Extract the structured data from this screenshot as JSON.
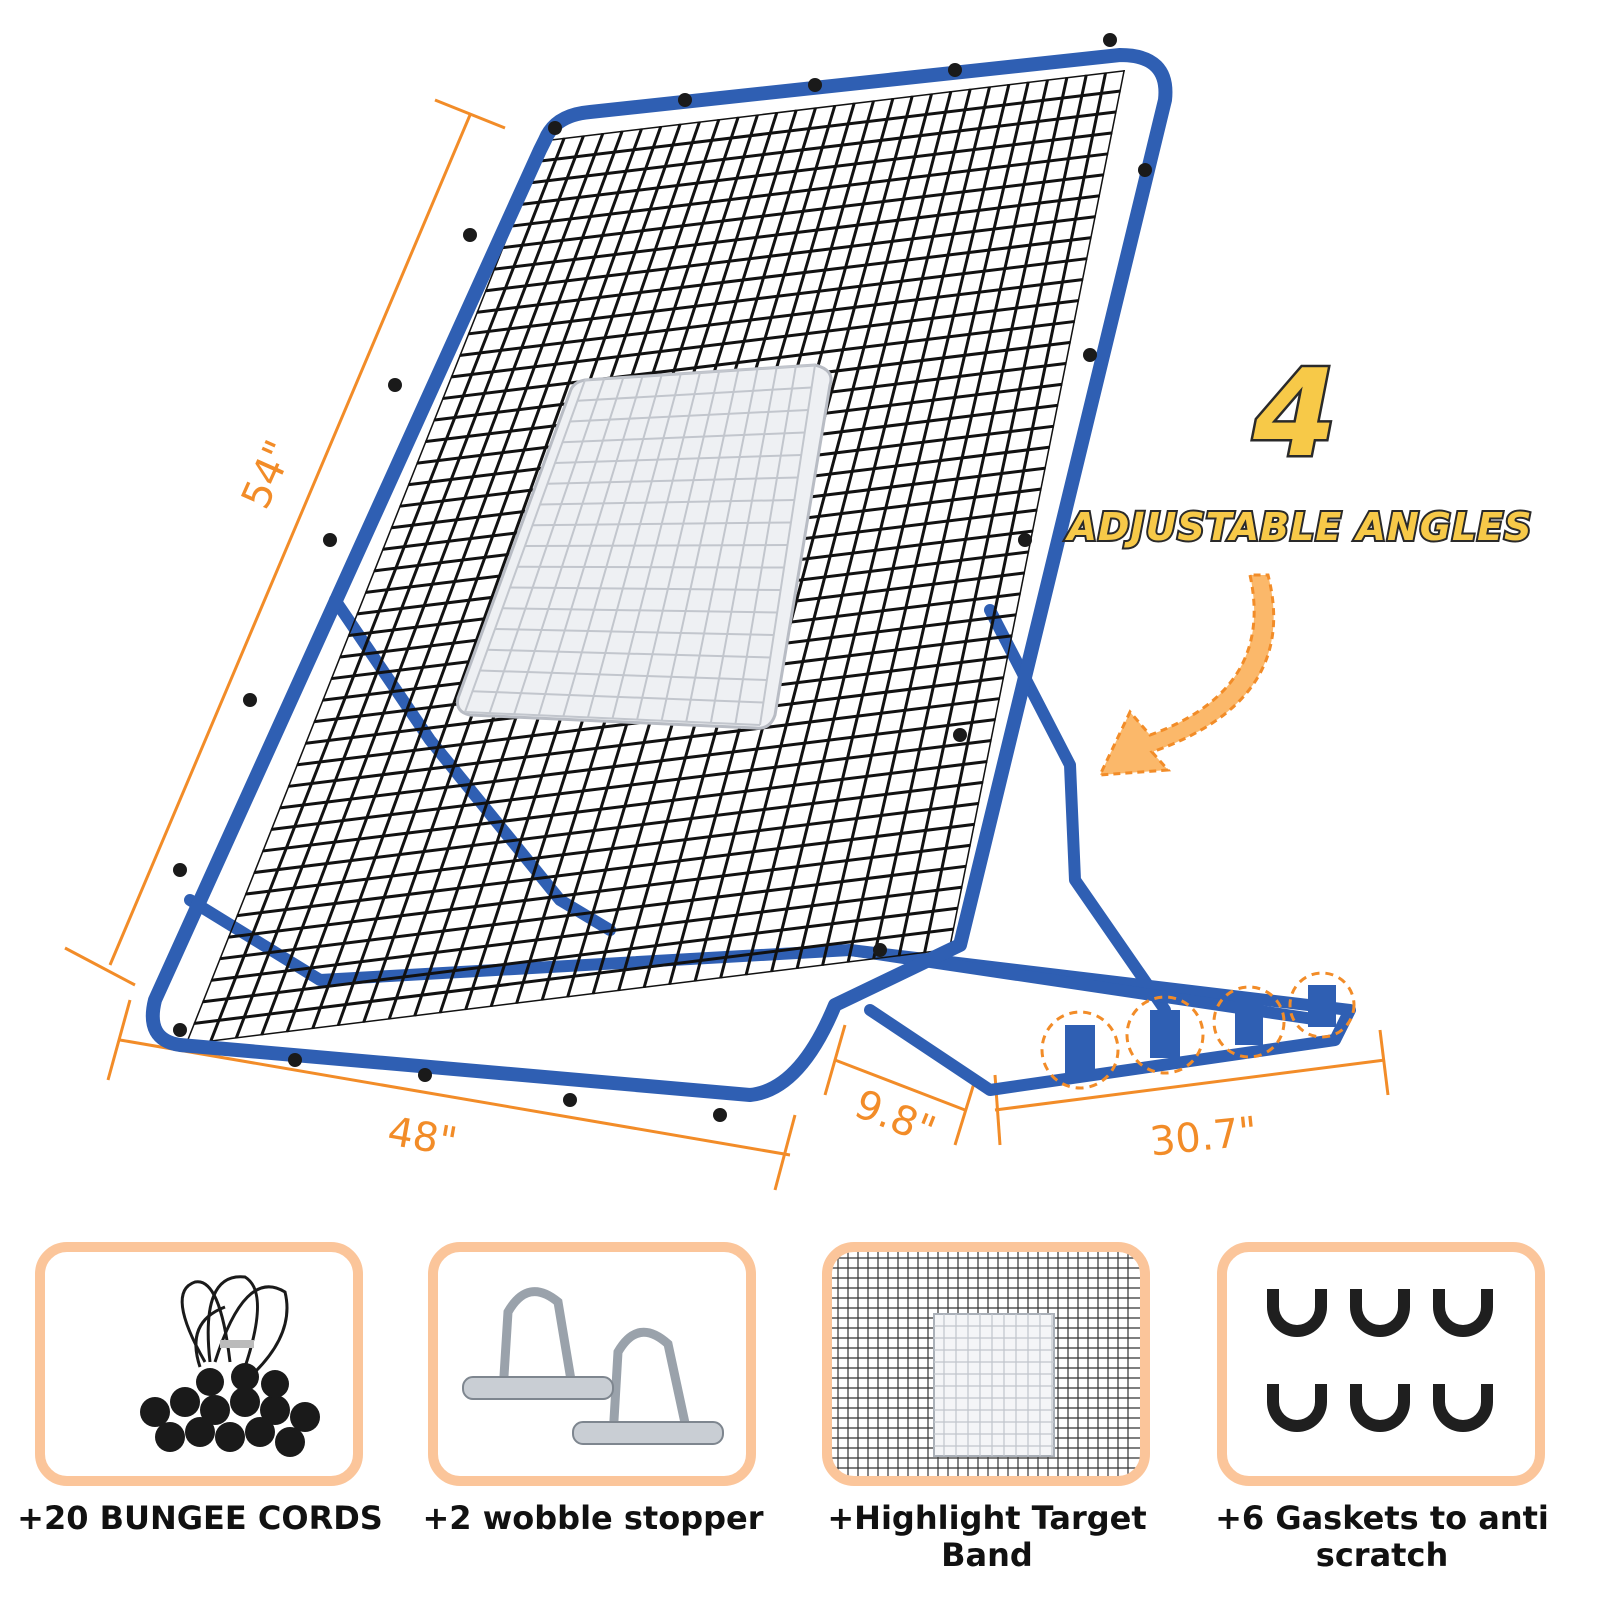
{
  "colors": {
    "frame": "#2f5fb3",
    "net": "#111111",
    "dimension": "#f28c28",
    "badge_fill": "#f7c948",
    "card_border": "#fbc59a"
  },
  "dimensions": {
    "height": "54\"",
    "width": "48\"",
    "base_short": "9.8\"",
    "base_long": "30.7\""
  },
  "feature_badge": {
    "number": "4",
    "text": "ADJUSTABLE ANGLES",
    "icon": "curved-arrow-icon"
  },
  "accessories": [
    {
      "icon": "bungee-cords-icon",
      "label": "+20 BUNGEE CORDS"
    },
    {
      "icon": "wobble-stopper-pins-icon",
      "label": "+2 wobble stopper"
    },
    {
      "icon": "target-band-net-icon",
      "label": "+Highlight Target Band"
    },
    {
      "icon": "gaskets-icon",
      "label": "+6 Gaskets to anti scratch"
    }
  ]
}
